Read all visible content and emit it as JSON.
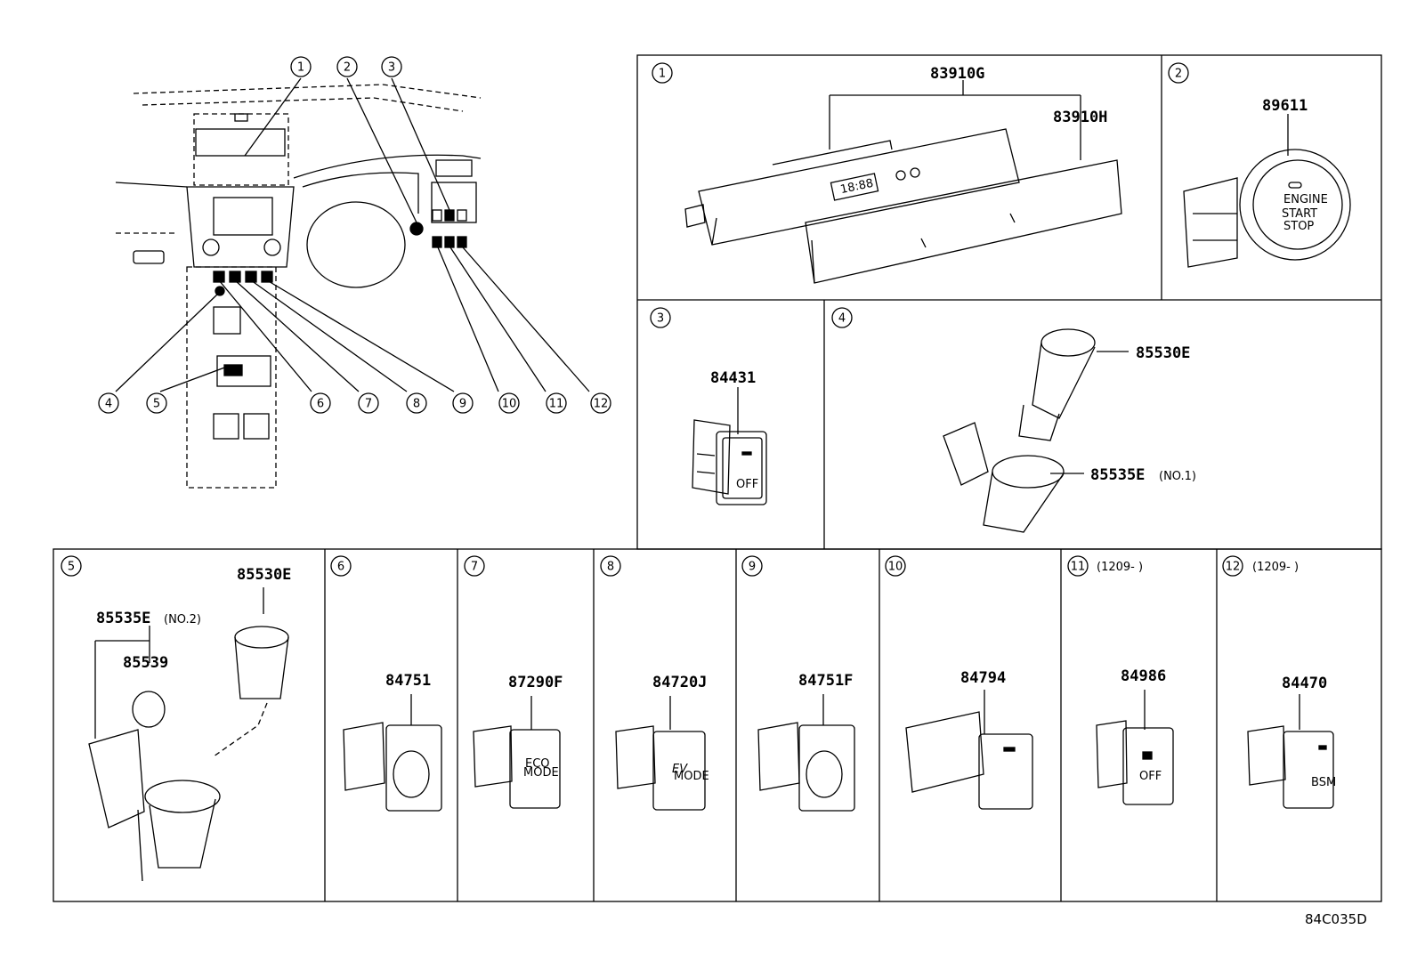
{
  "overview_callouts": [
    "1",
    "2",
    "3",
    "4",
    "5",
    "6",
    "7",
    "8",
    "9",
    "10",
    "11",
    "12"
  ],
  "panels": [
    {
      "key": "p1",
      "num": "1",
      "parts": [
        "83910G",
        "83910H"
      ]
    },
    {
      "key": "p2",
      "num": "2",
      "parts": [
        "89611"
      ],
      "button_text": [
        "ENGINE",
        "START",
        "STOP"
      ]
    },
    {
      "key": "p3",
      "num": "3",
      "parts": [
        "84431"
      ],
      "switch_text": "OFF"
    },
    {
      "key": "p4",
      "num": "4",
      "parts": [
        "85530E",
        "85535E"
      ],
      "note": "(NO.1)"
    },
    {
      "key": "p5",
      "num": "5",
      "parts": [
        "85530E",
        "85535E",
        "85539"
      ],
      "note": "(NO.2)"
    },
    {
      "key": "p6",
      "num": "6",
      "parts": [
        "84751"
      ]
    },
    {
      "key": "p7",
      "num": "7",
      "parts": [
        "87290F"
      ],
      "switch_text": [
        "ECO",
        "MODE"
      ]
    },
    {
      "key": "p8",
      "num": "8",
      "parts": [
        "84720J"
      ],
      "switch_text": [
        "EV",
        "MODE"
      ]
    },
    {
      "key": "p9",
      "num": "9",
      "parts": [
        "84751F"
      ]
    },
    {
      "key": "p10",
      "num": "10",
      "parts": [
        "84794"
      ]
    },
    {
      "key": "p11",
      "num": "11",
      "parts": [
        "84986"
      ],
      "date": "(1209-    )",
      "switch_text": "OFF"
    },
    {
      "key": "p12",
      "num": "12",
      "parts": [
        "84470"
      ],
      "date": "(1209-    )",
      "switch_text": "BSM"
    }
  ],
  "display_text": "18:88",
  "illustration_code": "84C035D"
}
